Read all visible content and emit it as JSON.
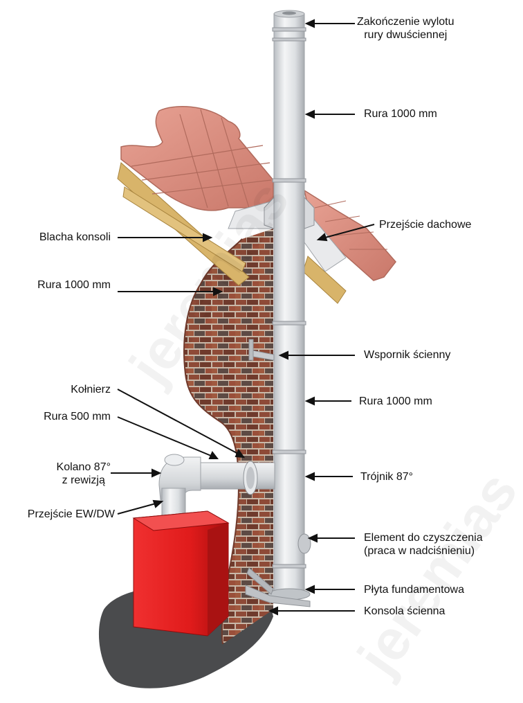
{
  "labels": {
    "wylot_line1": "Zakończenie wylotu",
    "wylot_line2": "rury dwuściennej",
    "rura_top": "Rura 1000 mm",
    "przejscie_dachowe": "Przejście dachowe",
    "blacha_konsoli": "Blacha konsoli",
    "rura_left": "Rura 1000 mm",
    "wspornik": "Wspornik ścienny",
    "kolnierz": "Kołnierz",
    "rura_mid": "Rura 1000 mm",
    "rura_500": "Rura 500 mm",
    "kolano_line1": "Kolano 87°",
    "kolano_line2": "z rewizją",
    "trojnik": "Trójnik 87°",
    "przejscie_ew": "Przejście EW/DW",
    "czyszczenie_line1": "Element do czyszczenia",
    "czyszczenie_line2": "(praca w nadciśnieniu)",
    "plyta": "Płyta fundamentowa",
    "konsola": "Konsola ścienna"
  },
  "watermark": "jeremias",
  "colors": {
    "brick": "#8e4a37",
    "mortar": "#c9b8a8",
    "roof_tile": "#d9897a",
    "timber": "#d8b46a",
    "steel": "#e3e5e8",
    "boiler": "#e01b1b",
    "ground": "#4a4b4d"
  }
}
